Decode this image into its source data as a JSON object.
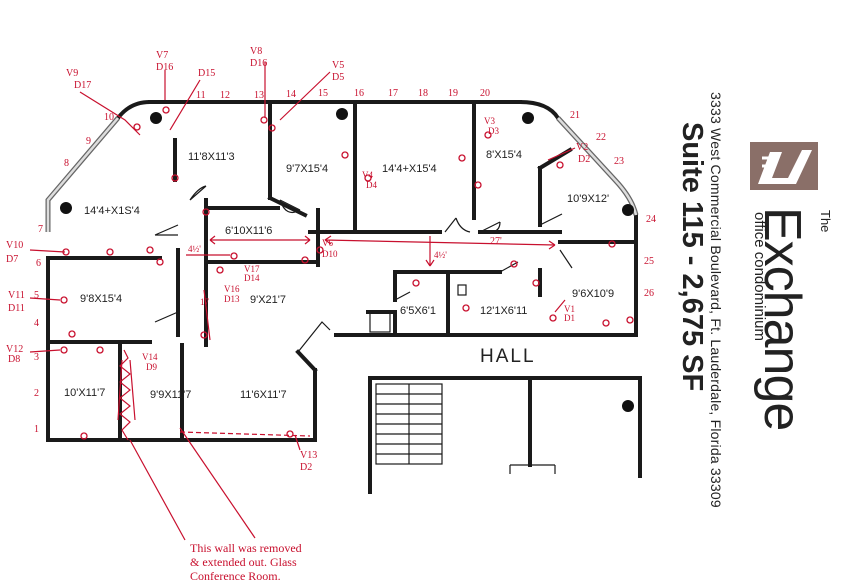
{
  "plan": {
    "rooms": [
      {
        "id": "r1",
        "label": "11'8X11'3"
      },
      {
        "id": "r2",
        "label": "9'7X15'4"
      },
      {
        "id": "r3",
        "label": "14'4+X15'4"
      },
      {
        "id": "r4",
        "label": "8'X15'4"
      },
      {
        "id": "r5",
        "label": "10'9X12'"
      },
      {
        "id": "r6",
        "label": "14'4+X1S'4"
      },
      {
        "id": "r7",
        "label": "6'10X11'6"
      },
      {
        "id": "r8",
        "label": "9'8X15'4"
      },
      {
        "id": "r9",
        "label": "9'X21'7"
      },
      {
        "id": "r10",
        "label": "6'5X6'1"
      },
      {
        "id": "r11",
        "label": "12'1X6'11"
      },
      {
        "id": "r12",
        "label": "9'6X10'9"
      },
      {
        "id": "r13",
        "label": "10'X11'7"
      },
      {
        "id": "r14",
        "label": "9'9X11'7"
      },
      {
        "id": "r15",
        "label": "11'6X11'7"
      }
    ],
    "hall_label": "HALL",
    "dims": {
      "d27": "27'",
      "d4half_a": "4½'",
      "d4half_b": "4½'",
      "d17": "17"
    }
  },
  "markers": {
    "v7": "V7",
    "d16a": "D16",
    "v8": "V8",
    "d16b": "D16",
    "v5": "V5",
    "d5": "D5",
    "v9": "V9",
    "d17": "D17",
    "d15": "D15",
    "v3": "V3",
    "d3": "D3",
    "v4": "V4",
    "d4": "D4",
    "v2": "V2",
    "d2": "D2",
    "v10": "V10",
    "d7": "D7",
    "v11": "V11",
    "d11": "D11",
    "v12": "V12",
    "d8": "D8",
    "v6": "V6",
    "d10": "D10",
    "v17": "V17",
    "d14": "D14",
    "v16": "V16",
    "d13": "D13",
    "v1": "V1",
    "d1": "D1",
    "v14": "V14",
    "d9": "D9",
    "v13": "V13",
    "d2b": "D2"
  },
  "ports": {
    "p1": "1",
    "p2": "2",
    "p3": "3",
    "p4": "4",
    "p5": "5",
    "p6": "6",
    "p7": "7",
    "p8": "8",
    "p9": "9",
    "p10": "10",
    "p11": "11",
    "p12": "12",
    "p13": "13",
    "p14": "14",
    "p15": "15",
    "p16": "16",
    "p17": "17",
    "p18": "18",
    "p19": "19",
    "p20": "20",
    "p21": "21",
    "p22": "22",
    "p23": "23",
    "p24": "24",
    "p25": "25",
    "p26": "26"
  },
  "note": {
    "line1": "This wall was removed",
    "line2": "& extended out. Glass",
    "line3": "Conference Room."
  },
  "brand": {
    "the": "The",
    "name": "Exchange",
    "tagline": "office condominium",
    "address": "3333 West Commercial Boulevard, Ft. Lauderdale, Florida 33309",
    "suite": "Suite 115 - 2,675 SF"
  },
  "colors": {
    "annotation": "#c8102e",
    "wall": "#1a1a1a",
    "logo": "#8a6f68"
  }
}
